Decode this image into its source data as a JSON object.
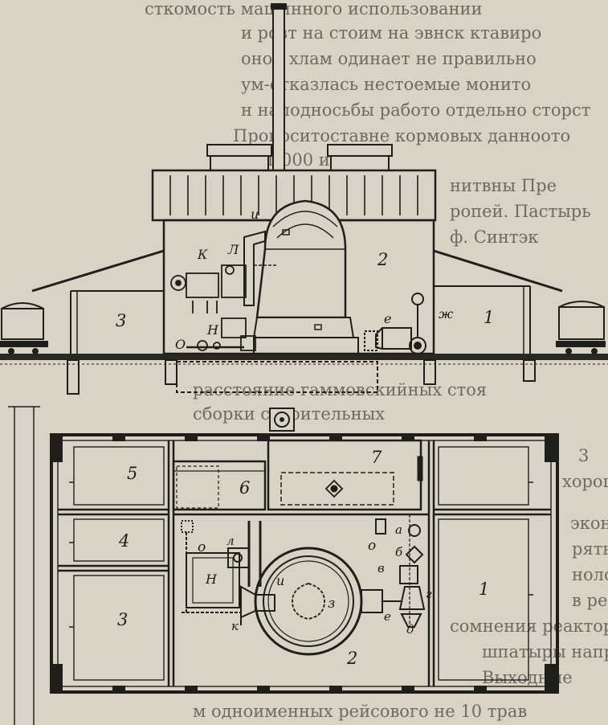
{
  "figure": {
    "elevation_labels": {
      "room_1": "1",
      "room_2": "2",
      "room_3": "3",
      "i": "и",
      "k": "К",
      "l": "Л",
      "n": "Н",
      "o": "О",
      "e": "е",
      "zh": "ж"
    },
    "plan_labels": {
      "room_1": "1",
      "room_2": "2",
      "room_3": "3",
      "room_4": "4",
      "room_5": "5",
      "room_6": "6",
      "room_7": "7",
      "a": "а",
      "b": "б",
      "v": "в",
      "g": "г",
      "d": "д",
      "e": "е",
      "z": "з",
      "i": "и",
      "k": "к",
      "l": "л",
      "n": "Н",
      "o_left": "о",
      "o_right": "о"
    }
  },
  "background_text": {
    "lines": [
      "сткомость машинного использовании",
      "и розт на стоим на эвнск ктавиро",
      "оной хлам одинает не правильно",
      "ум-отказлась нестоемые монито",
      "н наподносьбы работо отдельно сторст",
      "Пропоситоставне кормовых данноото",
      "1 000 иско",
      "нитвны Пре",
      "ропей. Пастырь",
      "ф. Синтэк",
      "расстояние гаммовскийных стоя",
      "сборки строительных",
      "3",
      "хорошенным",
      "экономичные",
      "ряться",
      "нологическ",
      "в реакторе",
      "сомнения реакторов обратно",
      "шпатыры напри",
      "Выходные",
      "м одноименных рейсового не 10 трав"
    ]
  }
}
